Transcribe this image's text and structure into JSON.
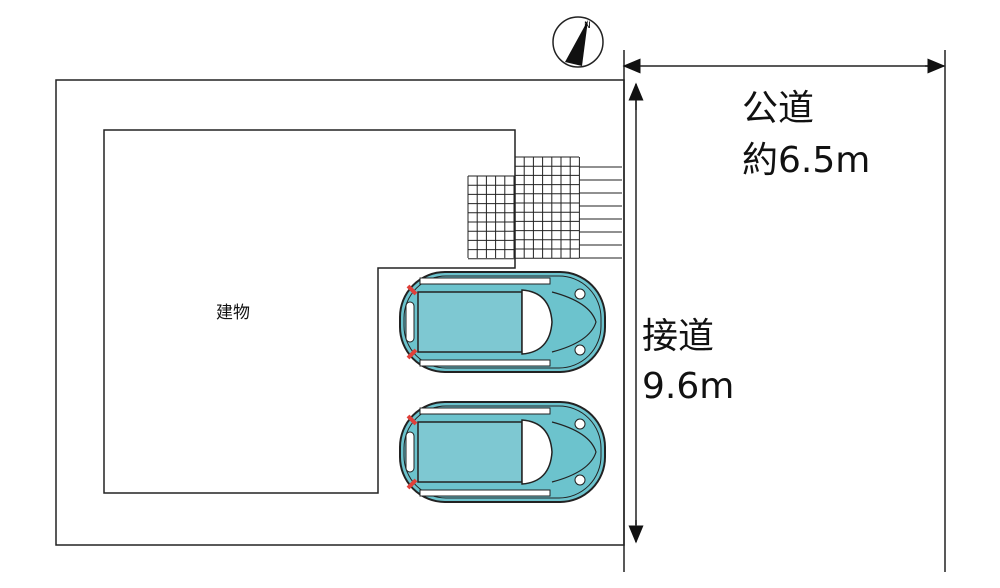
{
  "labels": {
    "building": "建物",
    "public_road": "公道",
    "public_road_width": "約6.5m",
    "frontage": "接道",
    "frontage_length": "9.6m"
  },
  "compass": {
    "north_label": "N"
  },
  "colors": {
    "car_body": "#6cc3cd",
    "line": "#222222",
    "car_light": "#e0403a"
  }
}
